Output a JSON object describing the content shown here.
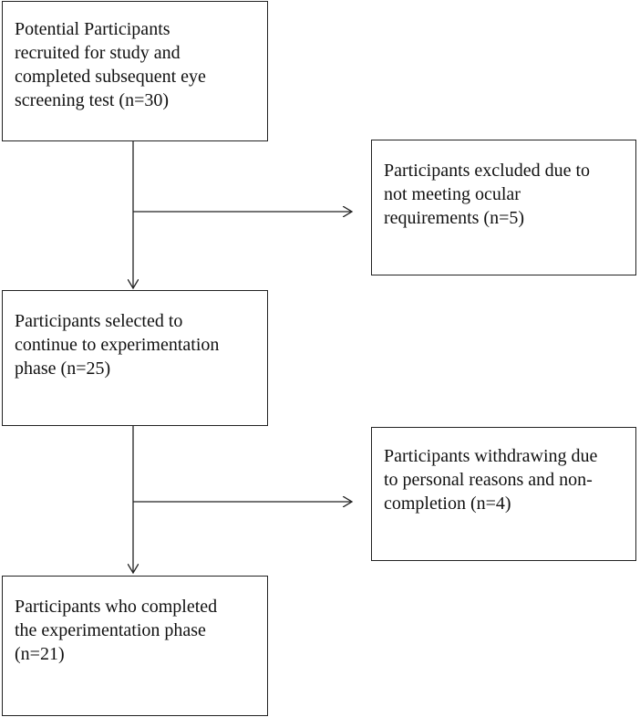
{
  "flowchart": {
    "main_boxes": [
      {
        "text": "Potential Participants\nrecruited for study and\ncompleted subsequent eye\nscreening test (n=30)"
      },
      {
        "text": "Participants selected to\ncontinue to experimentation\nphase (n=25)"
      },
      {
        "text": "Participants who completed\nthe experimentation phase\n(n=21)"
      }
    ],
    "side_boxes": [
      {
        "text": "Participants excluded due to\nnot meeting ocular\nrequirements (n=5)"
      },
      {
        "text": "Participants withdrawing due\nto personal reasons and non-\ncompletion (n=4)"
      }
    ]
  },
  "colors": {
    "line": "#222222",
    "text": "#111111",
    "background": "#ffffff"
  }
}
